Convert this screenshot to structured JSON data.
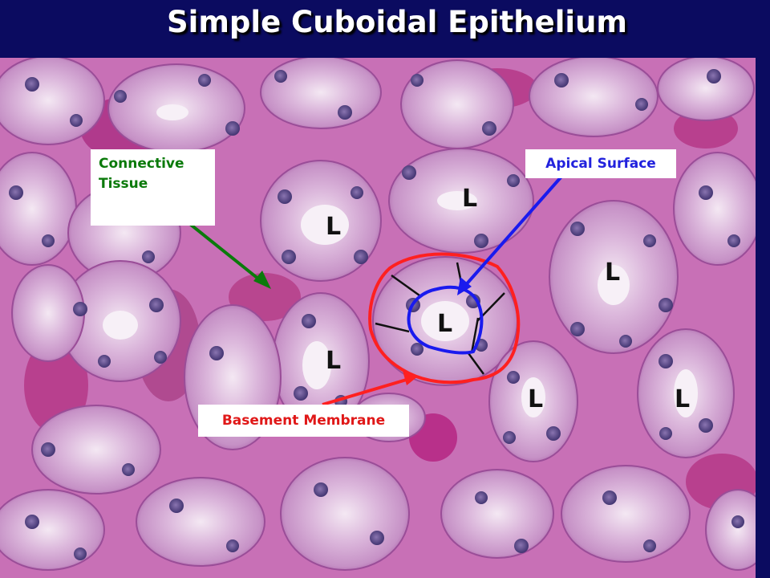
{
  "slide": {
    "title": "Simple Cuboidal Epithelium"
  },
  "labels": {
    "connective_tissue": "Connective\nTissue",
    "apical_surface": "Apical Surface",
    "basement_membrane": "Basement Membrane",
    "lumen": "L"
  },
  "colors": {
    "title_bar": "#0b0b60",
    "connective_tissue": "#0b7a0b",
    "apical_surface": "#2222dd",
    "basement_membrane": "#e01818",
    "tissue_background": "#c86fb8"
  }
}
